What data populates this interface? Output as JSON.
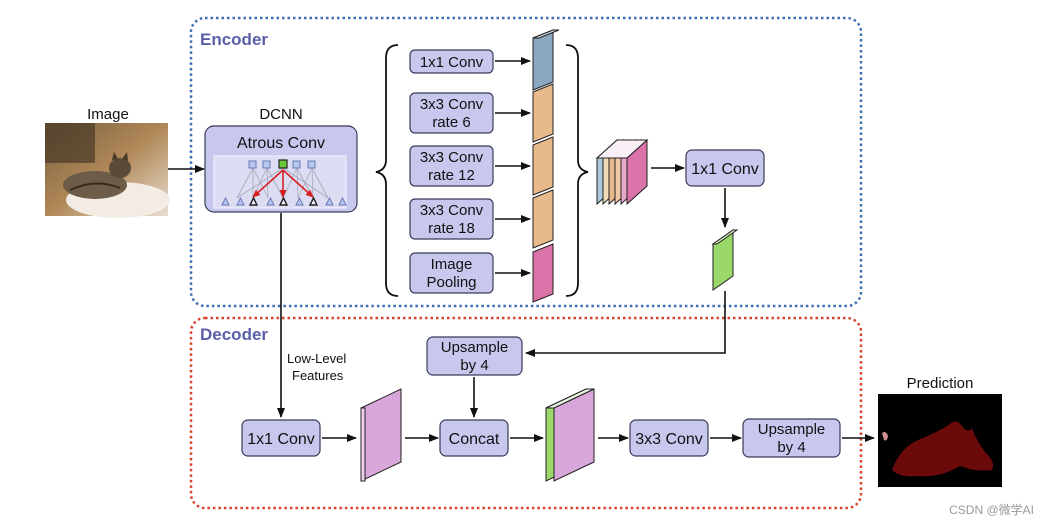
{
  "encoder": {
    "title": "Encoder"
  },
  "decoder": {
    "title": "Decoder"
  },
  "image": {
    "label": "Image"
  },
  "dcnn": {
    "label": "DCNN",
    "box_label": "Atrous Conv"
  },
  "branches": [
    {
      "line1": "1x1 Conv",
      "line2": ""
    },
    {
      "line1": "3x3 Conv",
      "line2": "rate 6"
    },
    {
      "line1": "3x3 Conv",
      "line2": "rate 12"
    },
    {
      "line1": "3x3 Conv",
      "line2": "rate 18"
    },
    {
      "line1": "Image",
      "line2": "Pooling"
    }
  ],
  "encoder_conv": {
    "label": "1x1 Conv"
  },
  "low_level": {
    "line1": "Low-Level",
    "line2": "Features"
  },
  "dec_upsample": {
    "line1": "Upsample",
    "line2": "by 4"
  },
  "dec_conv1": {
    "label": "1x1 Conv"
  },
  "concat": {
    "label": "Concat"
  },
  "dec_conv3": {
    "label": "3x3 Conv"
  },
  "final_upsample": {
    "line1": "Upsample",
    "line2": "by 4"
  },
  "prediction": {
    "label": "Prediction"
  },
  "watermark": "CSDN @微学AI",
  "colors": {
    "encoder_border": "#3d6fb0",
    "decoder_border": "#d9432e",
    "box_fill": "#c8c8ee",
    "feat_1x1": "#a9c8dc",
    "feat_3x3": "#e8b98a",
    "feat_pool": "#d973a8",
    "feat_out": "#9bd86a",
    "feat_lowlevel": "#d8a6d8"
  }
}
